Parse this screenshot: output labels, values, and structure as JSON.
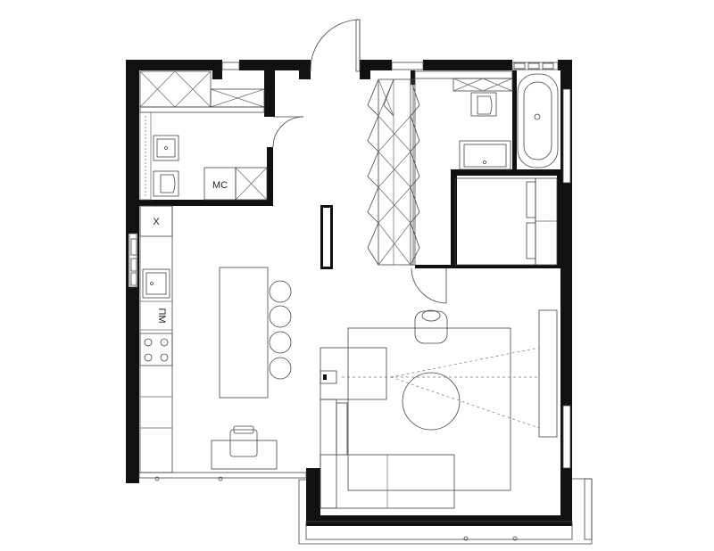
{
  "labels": {
    "utility_closet": "МС",
    "fridge": "Х",
    "dishwasher": "ПМ"
  }
}
